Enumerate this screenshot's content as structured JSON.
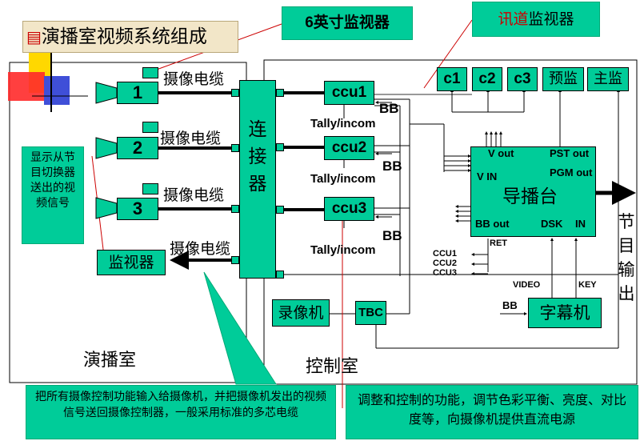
{
  "title": "演播室视频系统组成",
  "callouts": {
    "monitor6": "6英寸监视器",
    "talkback_red": "讯道",
    "talkback_rest": "监视器",
    "studio_note": "显示从节目切换器送出的视频信号",
    "cable_note": "把所有摄像控制功能输入给摄像机，并把摄像机发出的视频信号送回摄像控制器，一般采用标准的多芯电缆",
    "ccu_note": "调整和控制的功能，调节色彩平衡、亮度、对比度等，向摄像机提供直流电源"
  },
  "cameras": [
    {
      "num": "1",
      "cable": "摄像电缆"
    },
    {
      "num": "2",
      "cable": "摄像电缆"
    },
    {
      "num": "3",
      "cable": "摄像电缆"
    }
  ],
  "monitor": {
    "label": "监视器",
    "cable": "摄像电缆"
  },
  "connector": "连接器",
  "ccus": [
    {
      "label": "ccu1",
      "bb": "BB",
      "tally": "Tally/incom"
    },
    {
      "label": "ccu2",
      "bb": "BB",
      "tally": "Tally/incom"
    },
    {
      "label": "ccu3",
      "bb": "BB",
      "tally": "Tally/incom"
    }
  ],
  "monitors_top": [
    "c1",
    "c2",
    "c3",
    "预监",
    "主监"
  ],
  "switcher": {
    "label": "导播台",
    "v_out": "V out",
    "v_in": "V IN",
    "pst_out": "PST out",
    "pgm_out": "PGM out",
    "bb_out": "BB  out",
    "dsk": "DSK",
    "in": "IN",
    "ret": "RET"
  },
  "ccu_list": [
    "CCU1",
    "CCU2",
    "CCU3"
  ],
  "caption_gen": {
    "label": "字幕机",
    "video": "VIDEO",
    "key": "KEY",
    "bb": "BB"
  },
  "vtr": "录像机",
  "tbc": "TBC",
  "program_out": "节目输出",
  "rooms": {
    "studio": "演播室",
    "control": "控制室"
  }
}
